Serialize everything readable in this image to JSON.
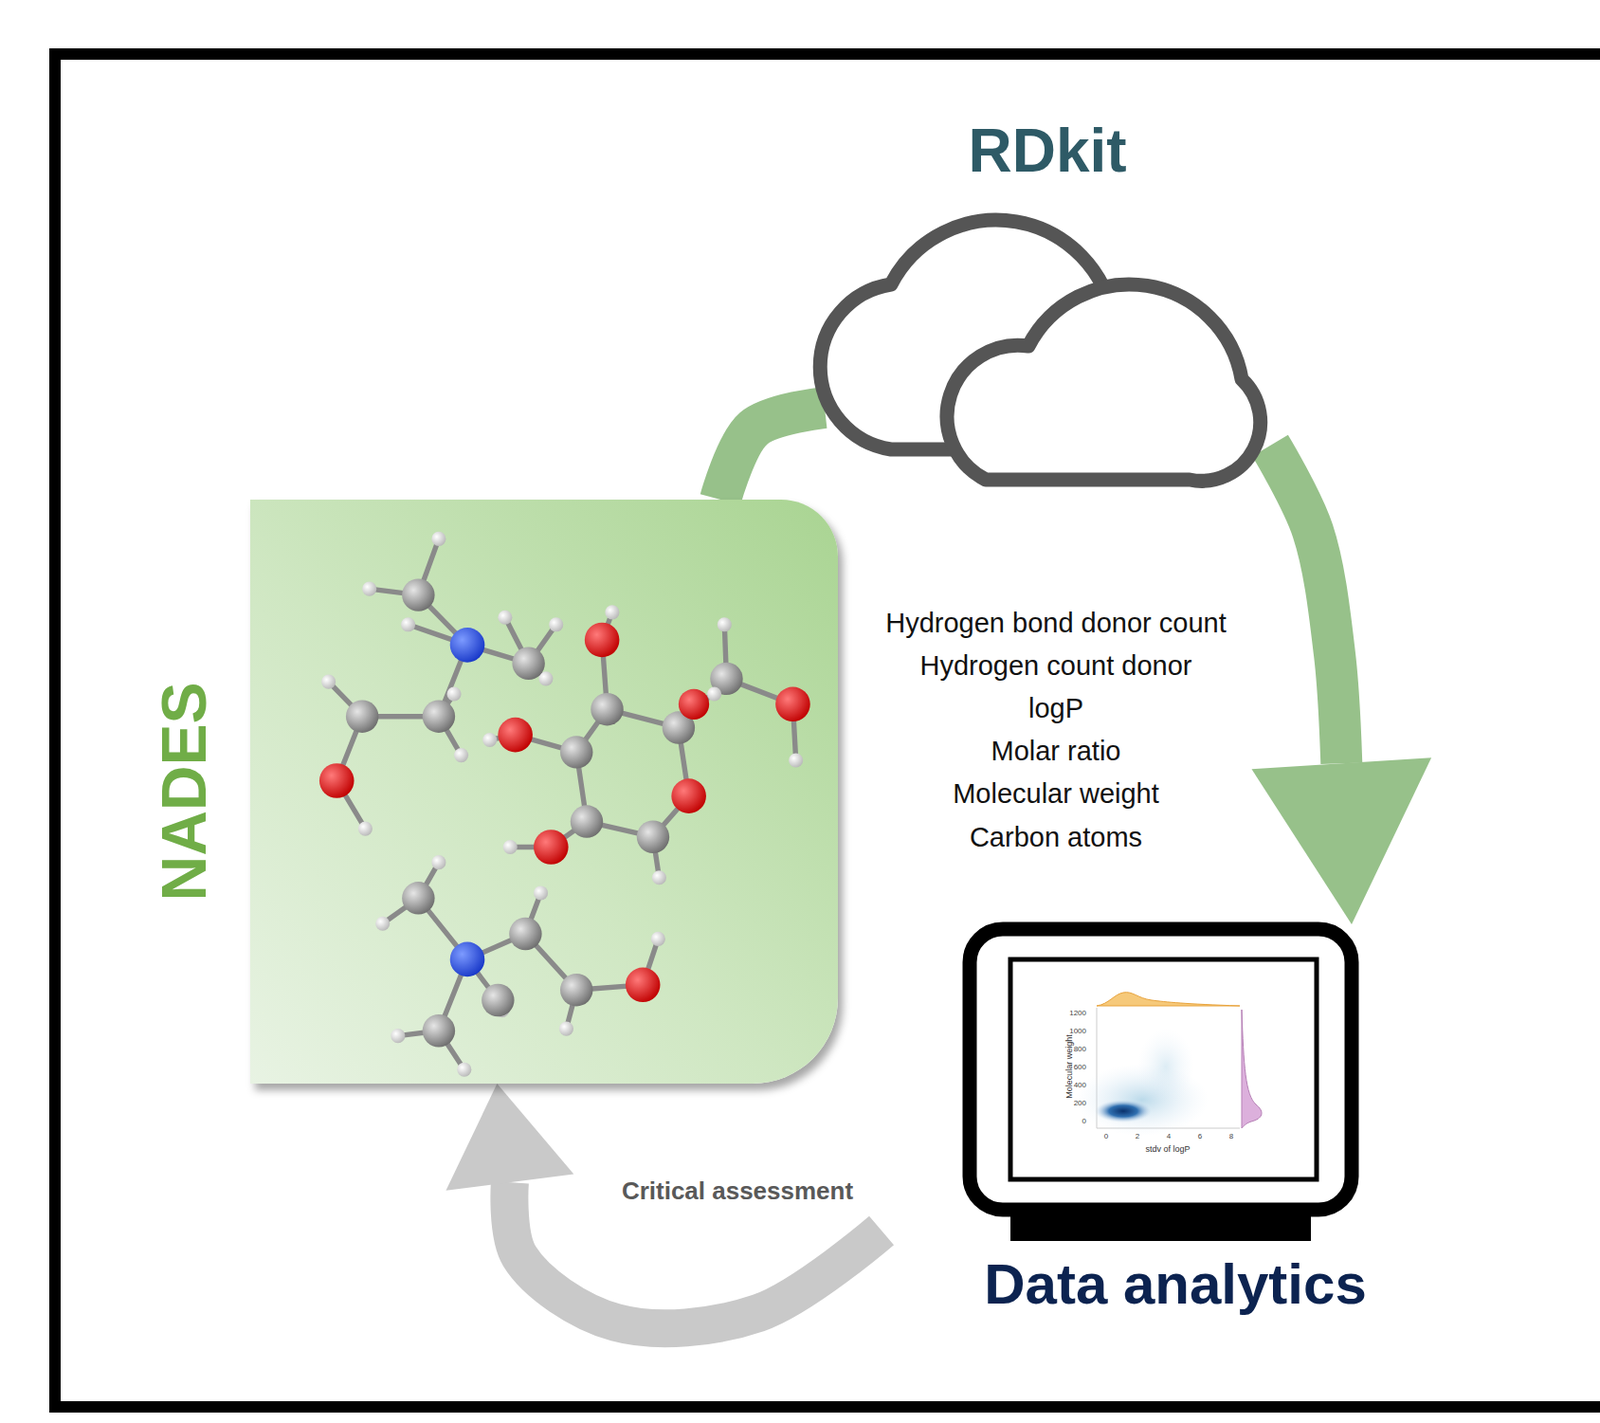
{
  "diagram": {
    "nodes": [
      {
        "text": [
          "NADES"
        ]
      },
      {
        "text": [
          "RDkit"
        ]
      },
      {
        "text": [
          "Data analytics"
        ]
      }
    ],
    "edges": [
      {
        "from": 0,
        "to": 1,
        "arrow": "none"
      },
      {
        "from": 1,
        "to": 2,
        "arrow": "to"
      },
      {
        "from": 2,
        "to": 0,
        "label": "Critical assessment",
        "arrow": "to"
      }
    ],
    "labels": [
      "Hydrogen bond donor count",
      "Hydrogen count donor",
      "logP",
      "Molar ratio",
      "Molecular weight",
      "Carbon atoms",
      "1200",
      "1000",
      "800",
      "600",
      "400",
      "200",
      "0",
      "Molecular weight",
      "0",
      "2",
      "4",
      "6",
      "8",
      "stdv of logP"
    ]
  }
}
